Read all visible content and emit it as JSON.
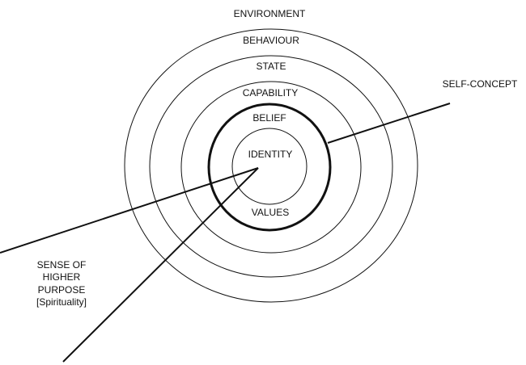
{
  "levels": {
    "environment": "ENVIRONMENT",
    "behaviour": "BEHAVIOUR",
    "state": "STATE",
    "capability": "CAPABILITY",
    "belief": "BELIEF",
    "identity": "IDENTITY",
    "values": "VALUES"
  },
  "annotations": {
    "self_concept": "SELF-CONCEPT",
    "higher_purpose": [
      "SENSE OF",
      "HIGHER",
      "PURPOSE",
      "[Spirituality]"
    ]
  },
  "colors": {
    "stroke": "#111111",
    "background": "#ffffff"
  }
}
